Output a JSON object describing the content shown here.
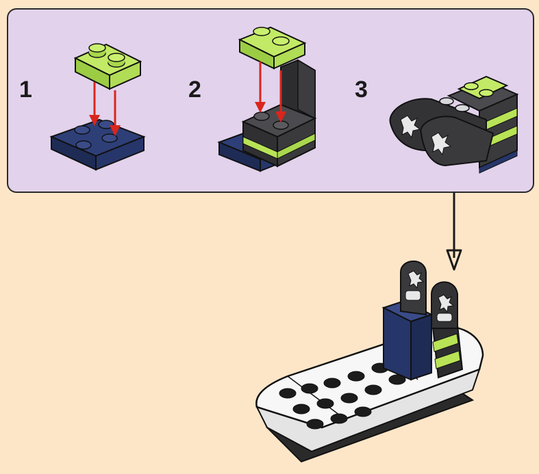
{
  "steps": [
    {
      "number": "1"
    },
    {
      "number": "2"
    },
    {
      "number": "3"
    }
  ],
  "colors": {
    "page_background": "#fde6c8",
    "callout_background": "#e2d2ec",
    "lime_brick": "#b8e356",
    "navy_plate": "#26366a",
    "dark_grey": "#3a3a3d",
    "white_brick": "#f4f4f4",
    "arrow_red": "#d9261c",
    "arrow_black": "#1a1a1a"
  }
}
